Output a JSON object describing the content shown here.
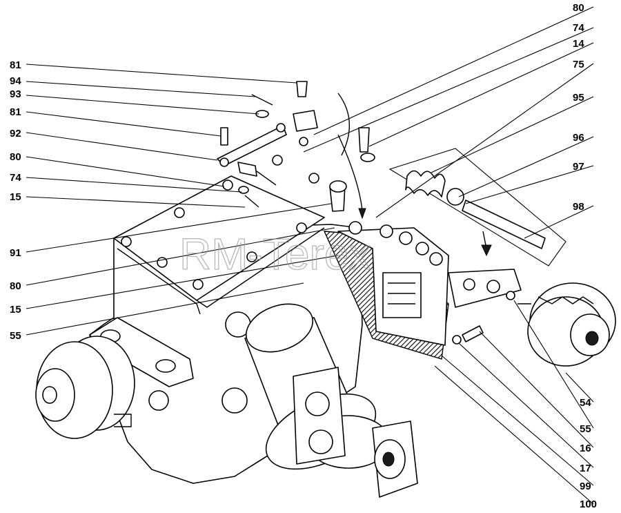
{
  "watermark": "RM-Terex",
  "callouts_left": [
    "81",
    "94",
    "93",
    "81",
    "92",
    "80",
    "74",
    "15",
    "91",
    "80",
    "15",
    "55"
  ],
  "callouts_right_top": [
    "80",
    "74",
    "14",
    "75",
    "95",
    "96",
    "97",
    "98"
  ],
  "callouts_right_bottom": [
    "54",
    "55",
    "16",
    "17",
    "99",
    "100"
  ]
}
